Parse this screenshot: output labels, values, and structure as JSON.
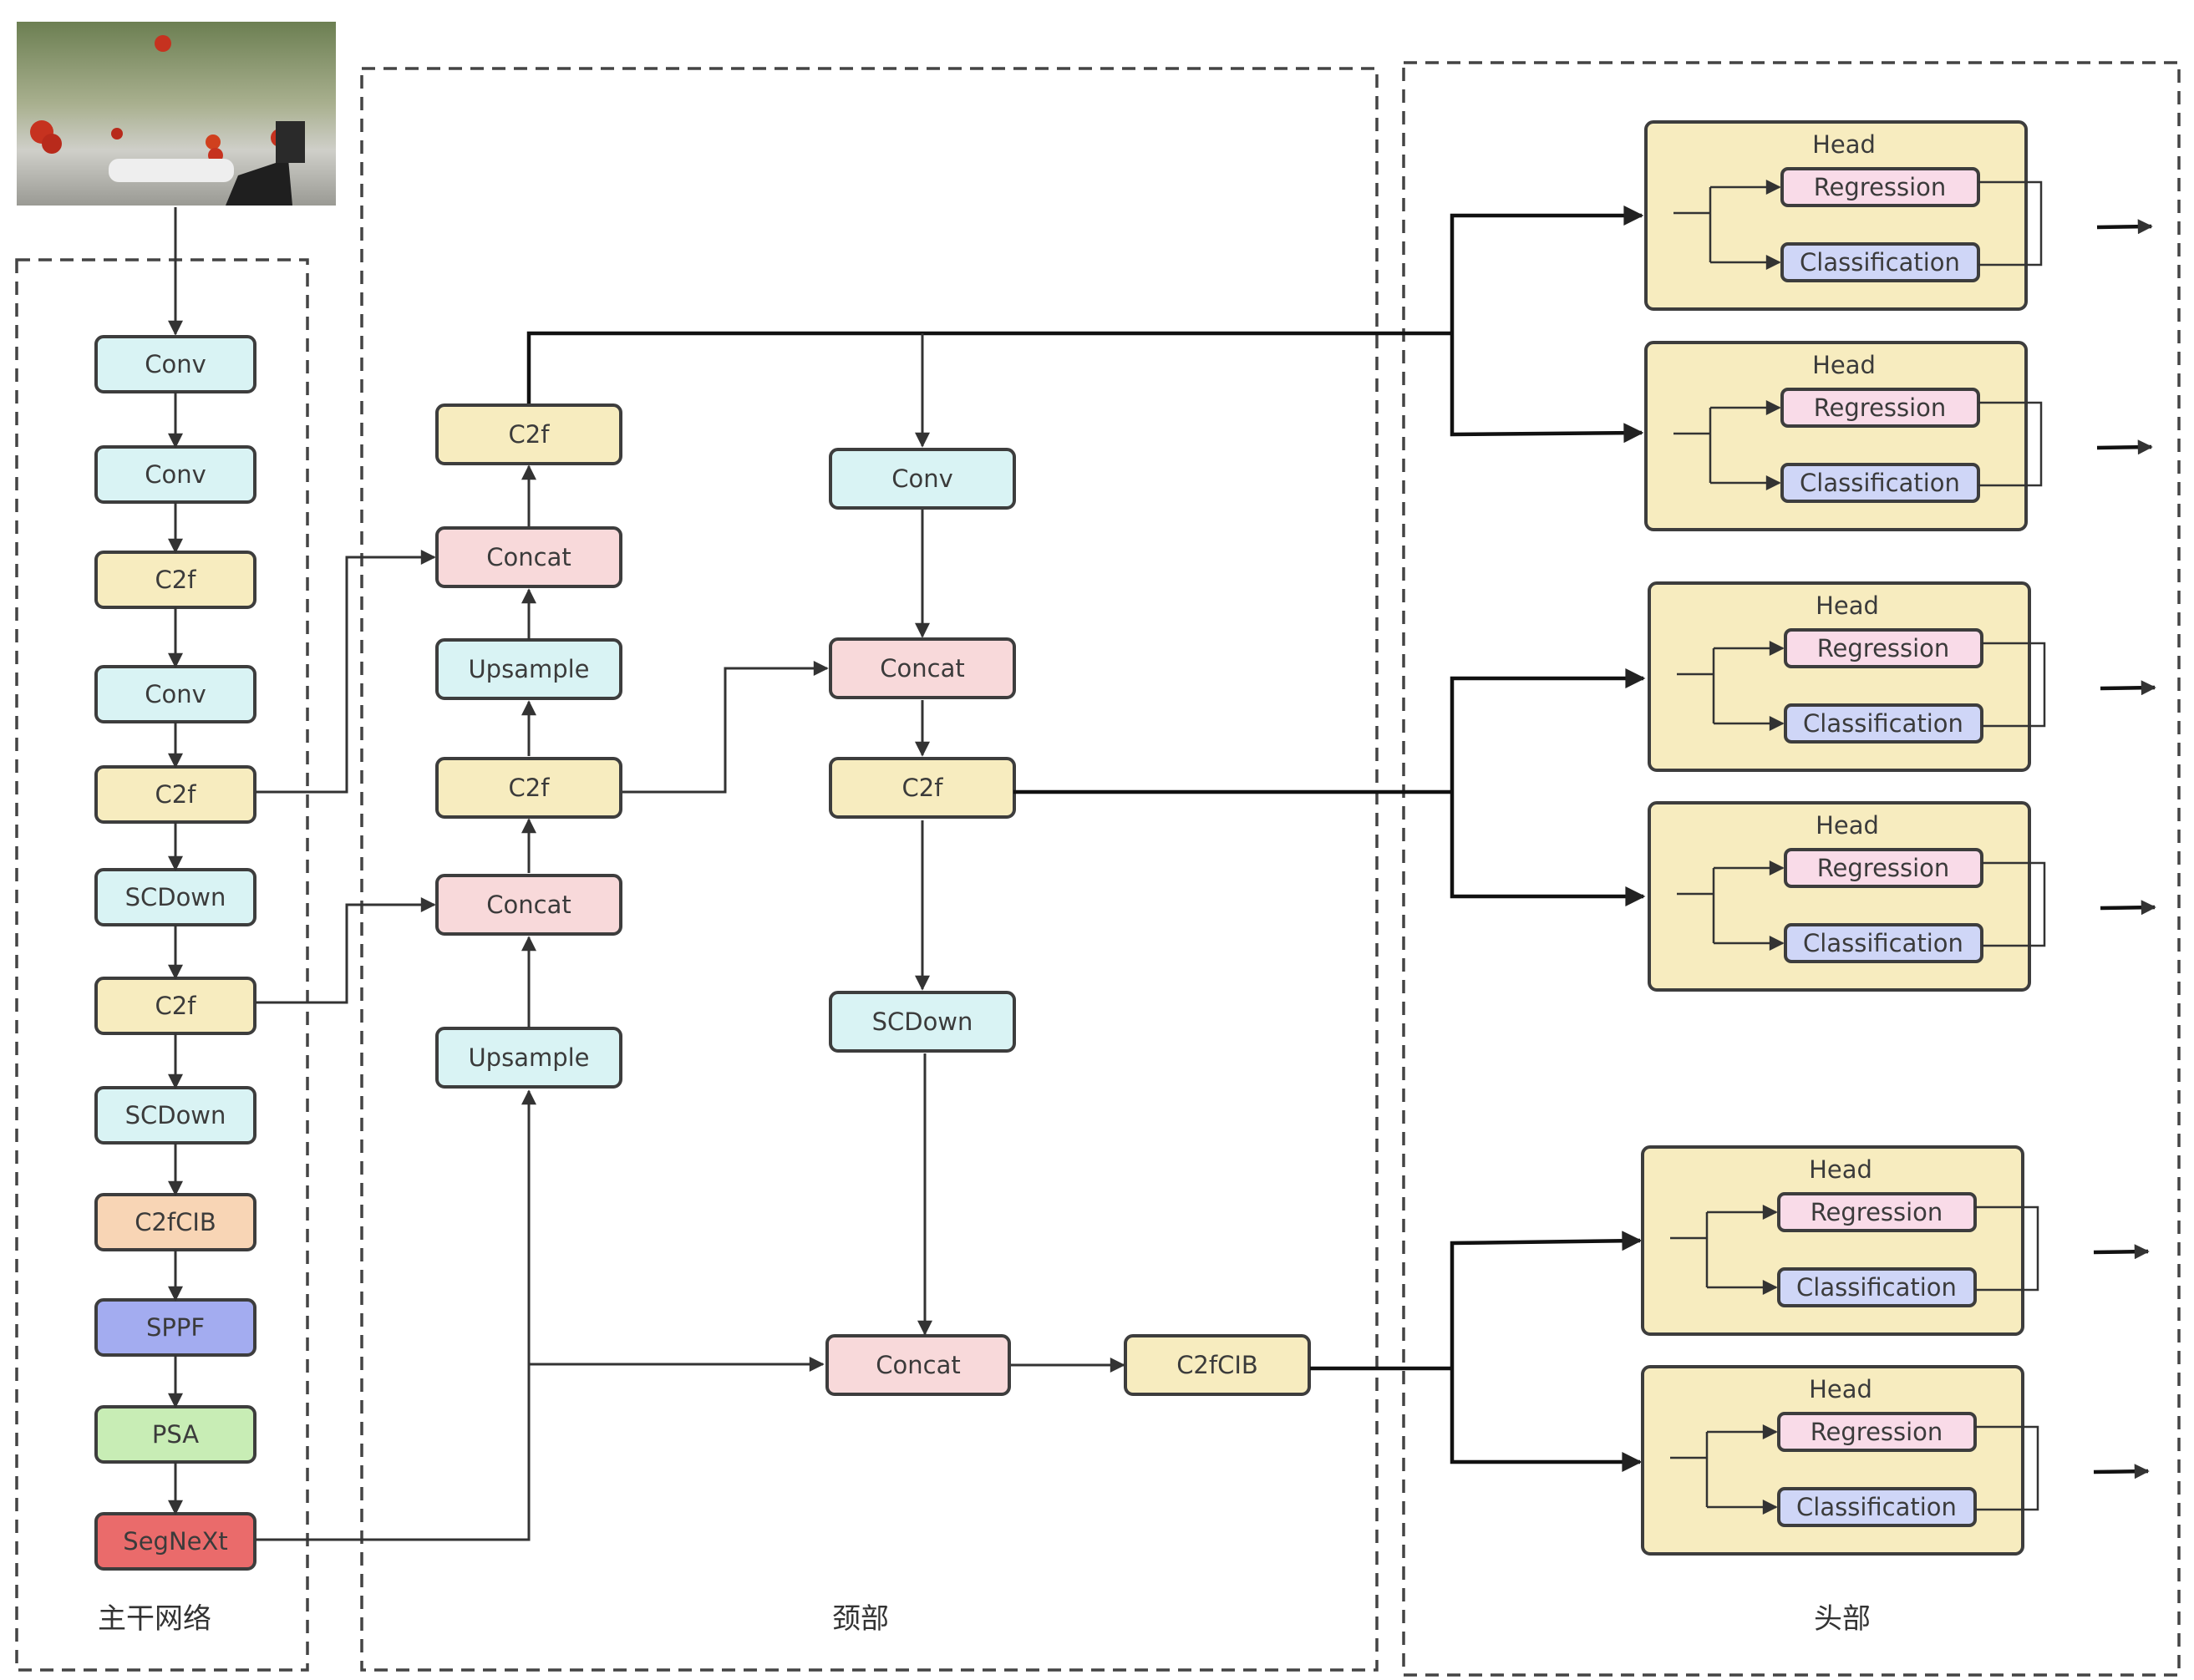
{
  "colors": {
    "conv": "#d9f3f4",
    "c2f": "#f7ecbf",
    "concat": "#f8d9da",
    "c2fcib_backbone": "#f8d5b5",
    "sppf": "#a3acf0",
    "psa": "#c8edb5",
    "segnext": "#ea6b6b",
    "head_bg": "#f7ecbf",
    "regression": "#f9dbe8",
    "classification": "#cfd6f7"
  },
  "input_image": {
    "description": "tomato greenhouse photo"
  },
  "sections": {
    "backbone": "主干网络",
    "neck": "颈部",
    "head": "头部"
  },
  "backbone": [
    {
      "label": "Conv",
      "type": "conv"
    },
    {
      "label": "Conv",
      "type": "conv"
    },
    {
      "label": "C2f",
      "type": "c2f"
    },
    {
      "label": "Conv",
      "type": "conv"
    },
    {
      "label": "C2f",
      "type": "c2f"
    },
    {
      "label": "SCDown",
      "type": "conv"
    },
    {
      "label": "C2f",
      "type": "c2f"
    },
    {
      "label": "SCDown",
      "type": "conv"
    },
    {
      "label": "C2fCIB",
      "type": "c2fcib_backbone"
    },
    {
      "label": "SPPF",
      "type": "sppf"
    },
    {
      "label": "PSA",
      "type": "psa"
    },
    {
      "label": "SegNeXt",
      "type": "segnext"
    }
  ],
  "neck_left": [
    {
      "label": "C2f",
      "type": "c2f"
    },
    {
      "label": "Concat",
      "type": "concat"
    },
    {
      "label": "Upsample",
      "type": "conv"
    },
    {
      "label": "C2f",
      "type": "c2f"
    },
    {
      "label": "Concat",
      "type": "concat"
    },
    {
      "label": "Upsample",
      "type": "conv"
    }
  ],
  "neck_right": [
    {
      "label": "Conv",
      "type": "conv"
    },
    {
      "label": "Concat",
      "type": "concat"
    },
    {
      "label": "C2f",
      "type": "c2f"
    },
    {
      "label": "SCDown",
      "type": "conv"
    },
    {
      "label": "Concat",
      "type": "concat"
    },
    {
      "label": "C2fCIB",
      "type": "c2f"
    }
  ],
  "heads": [
    {
      "title": "Head",
      "regression": "Regression",
      "classification": "Classification"
    },
    {
      "title": "Head",
      "regression": "Regression",
      "classification": "Classification"
    },
    {
      "title": "Head",
      "regression": "Regression",
      "classification": "Classification"
    },
    {
      "title": "Head",
      "regression": "Regression",
      "classification": "Classification"
    },
    {
      "title": "Head",
      "regression": "Regression",
      "classification": "Classification"
    },
    {
      "title": "Head",
      "regression": "Regression",
      "classification": "Classification"
    }
  ]
}
